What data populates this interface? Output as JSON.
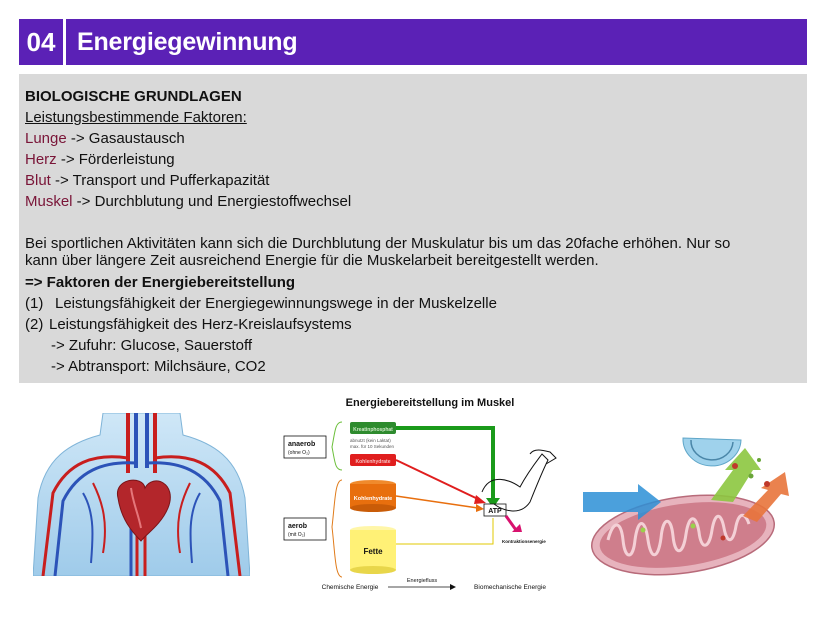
{
  "header": {
    "number": "04",
    "title": "Energiegewinnung"
  },
  "panel": {
    "heading": "BIOLOGISCHE GRUNDLAGEN",
    "subheading": "Leistungsbestimmende Faktoren:",
    "factors": [
      {
        "keyword": "Lunge",
        "text": " -> Gasaustausch"
      },
      {
        "keyword": "Herz",
        "text": " -> Förderleistung"
      },
      {
        "keyword": "Blut",
        "text": " -> Transport und Pufferkapazität"
      },
      {
        "keyword": "Muskel",
        "text": " -> Durchblutung und Energiestoffwechsel"
      }
    ],
    "paragraph_line1": "Bei sportlichen Aktivitäten kann sich die Durchblutung der Muskulatur bis um das 20fache erhöhen. Nur so",
    "paragraph_line2": "kann über längere Zeit ausreichend Energie für die Muskelarbeit bereitgestellt werden.",
    "conclusion": "=> Faktoren der Energiebereitstellung",
    "list": [
      {
        "num": "(1)",
        "text": "Leistungsfähigkeit der Energiegewinnungswege in der Muskelzelle"
      },
      {
        "num": "(2)",
        "text": "Leistungsfähigkeit des Herz-Kreislaufsystems"
      }
    ],
    "sublist": [
      "-> Zufuhr: Glucose, Sauerstoff",
      "-> Abtransport: Milchsäure, CO2"
    ]
  },
  "diagram": {
    "title": "Energiebereitstellung im Muskel",
    "anaerob": "anaerob",
    "anaerob_sub": "(ohne O₂)",
    "aerob": "aerob",
    "aerob_sub": "(mit O₂)",
    "note1": "abnutzt (kein Laktat)",
    "note2": "max. für 10 Sekunden",
    "box1": "Kreatinphosphat",
    "box2": "Kohlenhydrate",
    "cyl1": "Kohlenhydrate",
    "cyl2": "Fette",
    "atp": "ATP",
    "kontraktion": "Kontraktionsenergie",
    "energiefluss": "Energiefluss",
    "chem": "Chemische Energie",
    "bio": "Biomechanische Energie"
  },
  "colors": {
    "header": "#5b21b6",
    "panel": "#d9d9d9",
    "keyword": "#7a1538"
  }
}
